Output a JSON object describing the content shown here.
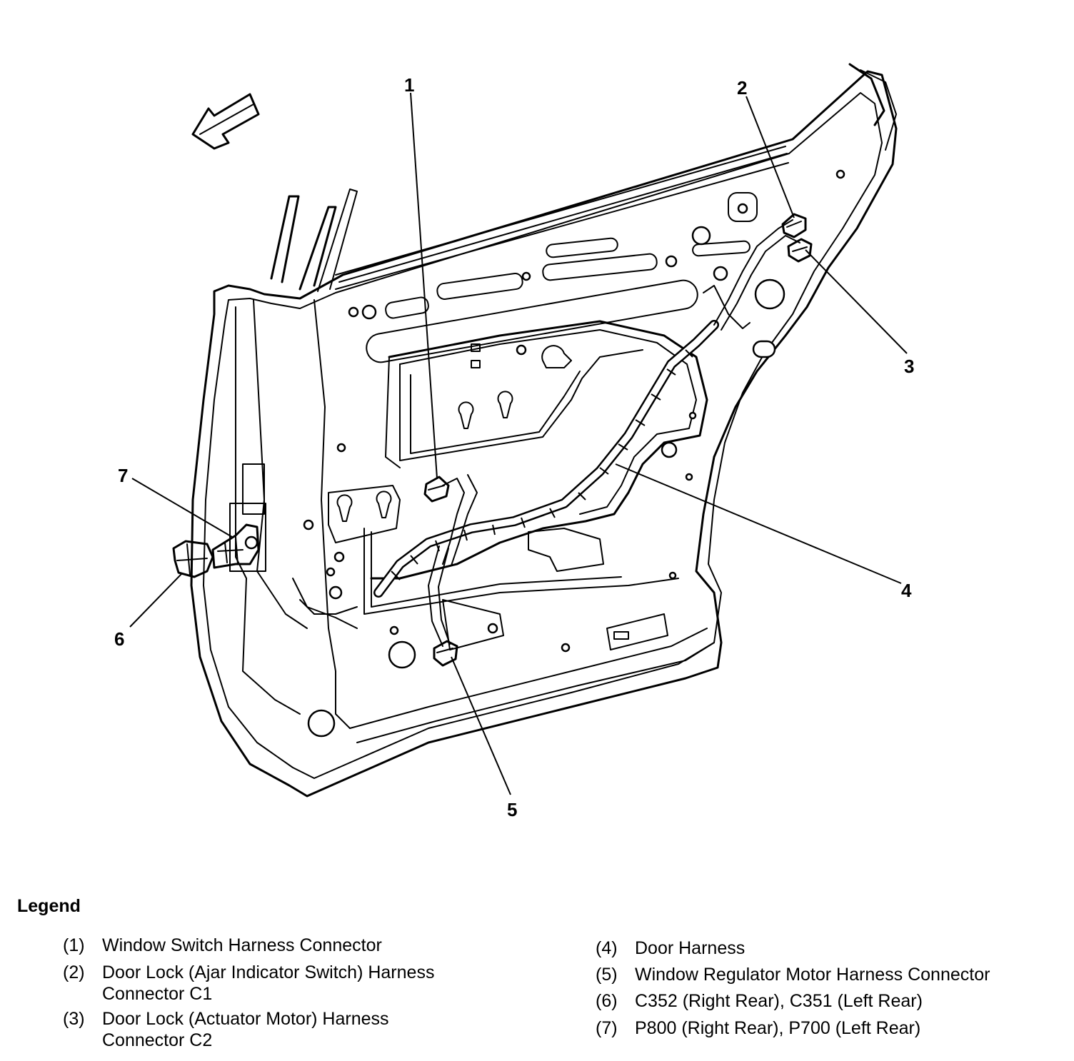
{
  "callouts": [
    "1",
    "2",
    "3",
    "4",
    "5",
    "6",
    "7"
  ],
  "legend": {
    "title": "Legend",
    "items": [
      {
        "num": "(1)",
        "text": "Window Switch Harness Connector"
      },
      {
        "num": "(2)",
        "text": "Door Lock (Ajar Indicator Switch) Harness Connector C1"
      },
      {
        "num": "(3)",
        "text": "Door Lock (Actuator Motor) Harness Connector C2"
      },
      {
        "num": "(4)",
        "text": "Door Harness"
      },
      {
        "num": "(5)",
        "text": "Window Regulator Motor Harness Connector"
      },
      {
        "num": "(6)",
        "text": "C352 (Right Rear), C351 (Left Rear)"
      },
      {
        "num": "(7)",
        "text": "P800 (Right Rear), P700 (Left Rear)"
      }
    ]
  }
}
